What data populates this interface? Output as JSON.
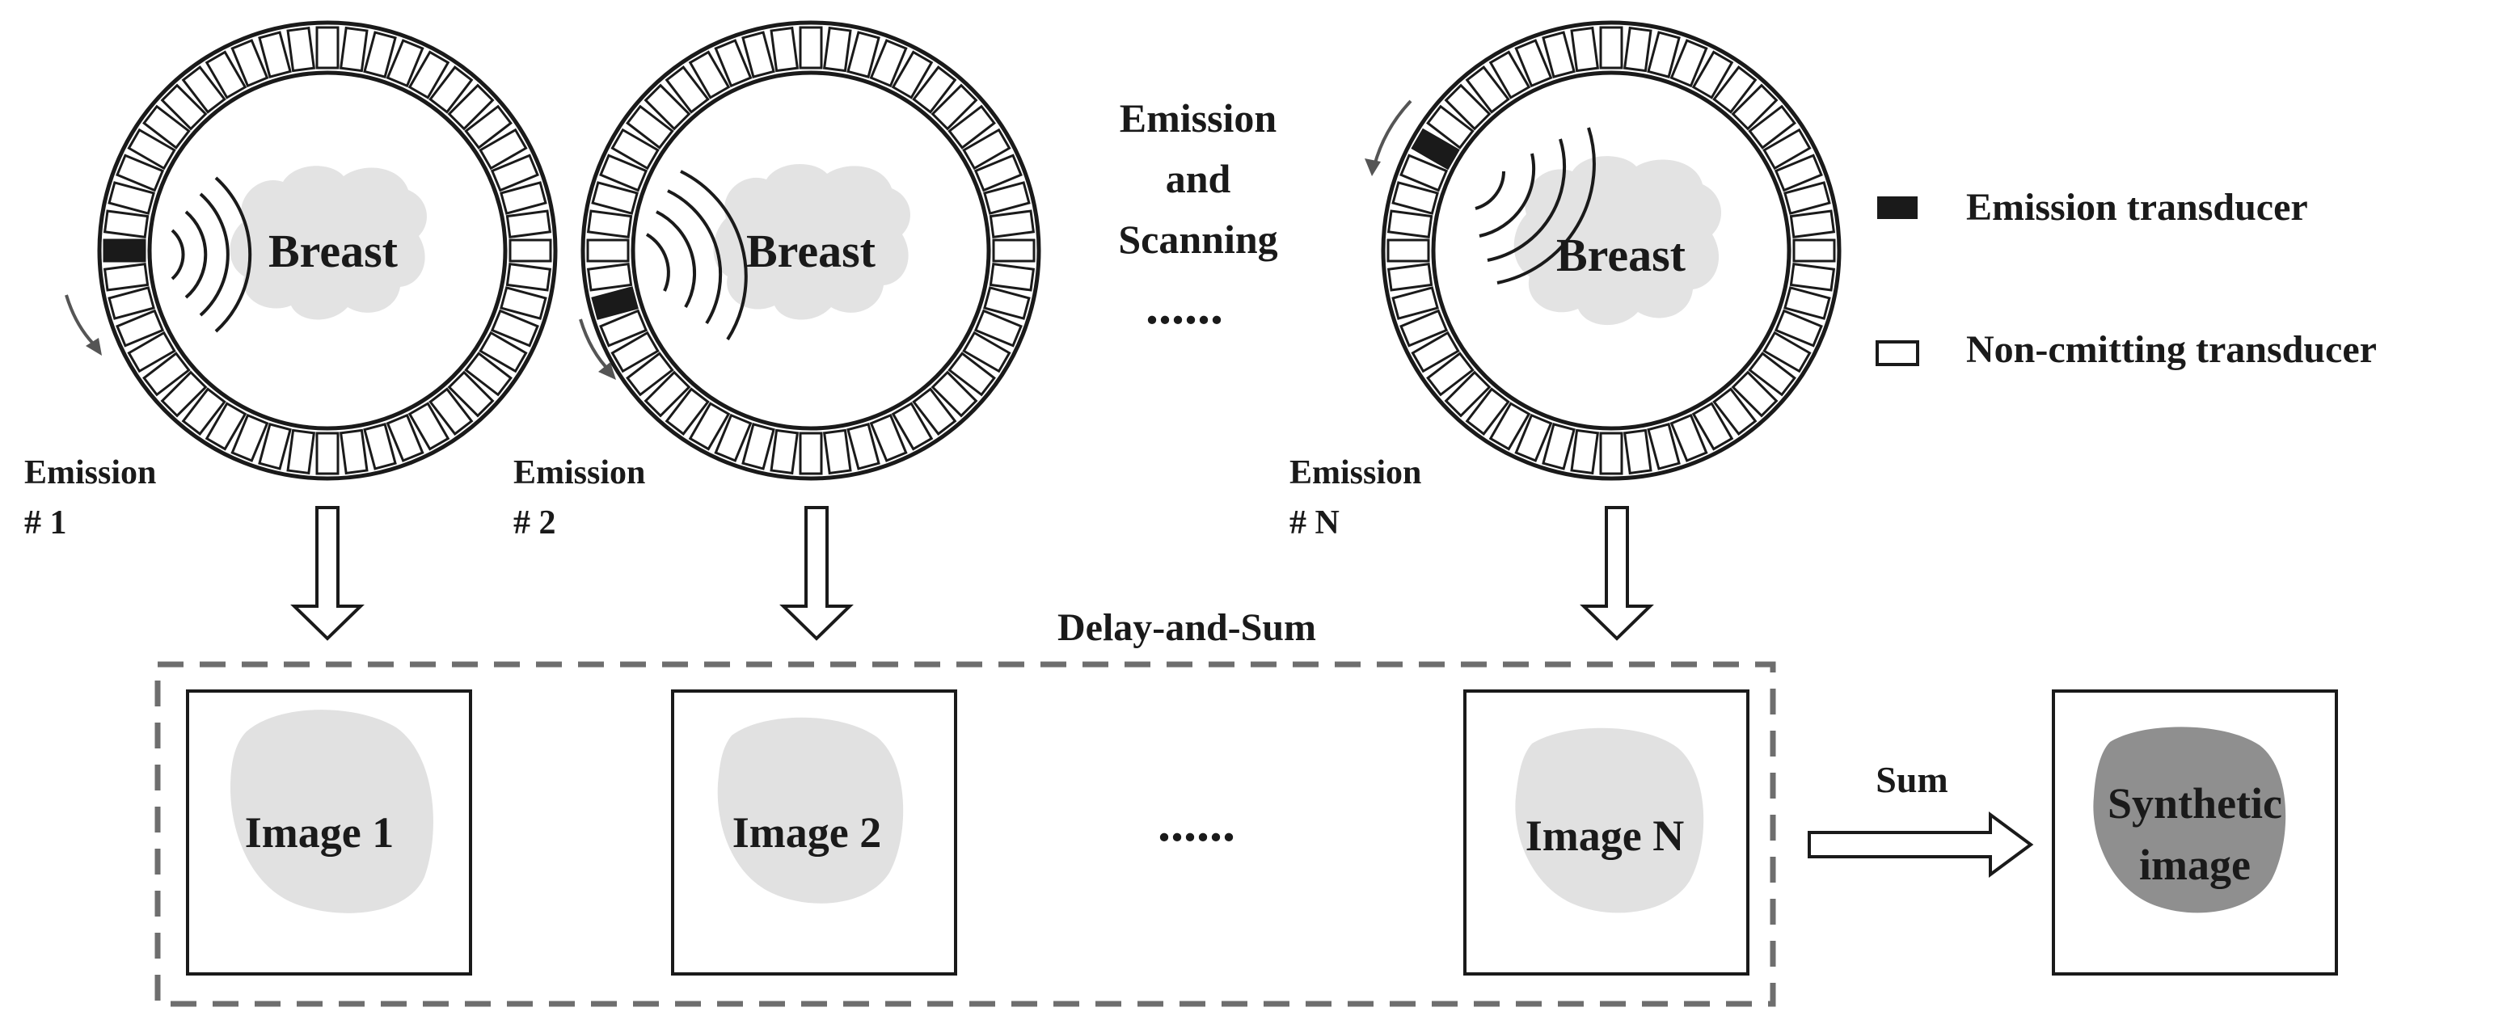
{
  "rings": [
    {
      "name": "ring-emission-1",
      "breast_label": "Breast",
      "emission_label_line1": "Emission",
      "emission_label_line2": "# 1"
    },
    {
      "name": "ring-emission-2",
      "breast_label": "Breast",
      "emission_label_line1": "Emission",
      "emission_label_line2": "# 2"
    },
    {
      "name": "ring-emission-n",
      "breast_label": "Breast",
      "emission_label_line1": "Emission",
      "emission_label_line2": "# N"
    }
  ],
  "process_label": {
    "line1": "Emission",
    "line2": "and",
    "line3": "Scanning"
  },
  "top_ellipsis": "......",
  "legend": {
    "emission": "Emission transducer",
    "non_emitting": "Non-cmitting transducer"
  },
  "das_label": "Delay-and-Sum",
  "images": [
    {
      "name": "image-1",
      "label": "Image 1"
    },
    {
      "name": "image-2",
      "label": "Image 2"
    },
    {
      "name": "image-n",
      "label": "Image N"
    }
  ],
  "bottom_ellipsis": "......",
  "sum_label": "Sum",
  "synthetic": {
    "line1": "Synthetic",
    "line2": "image"
  },
  "colors": {
    "ink": "#1a1a1a",
    "breast_fill": "#e3e3e3",
    "image_fill": "#e1e1e1",
    "synthetic_fill": "#8f8f8f",
    "dash": "#6e6e6e"
  }
}
